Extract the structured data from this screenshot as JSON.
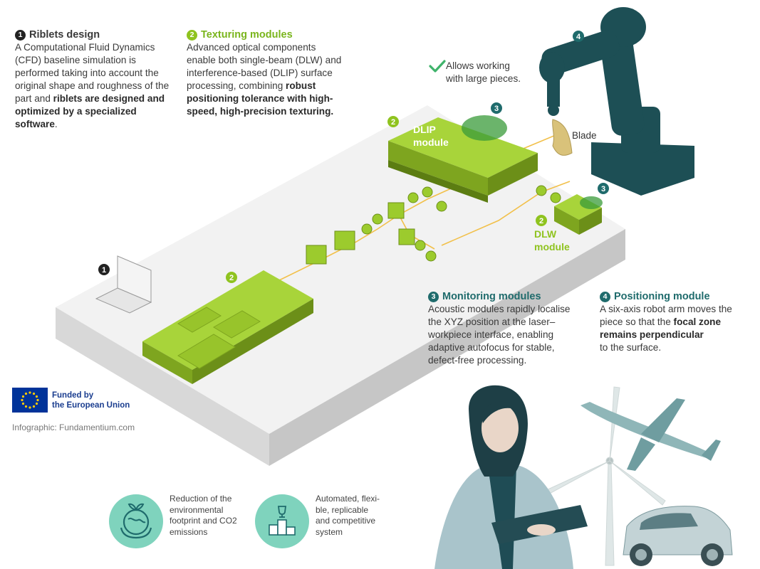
{
  "riblets": {
    "number": "1",
    "title": "Riblets design",
    "text_1": "A Computational Fluid Dynamics (CFD) baseline simulation is performed taking into account the original shape and roughness of the part and ",
    "text_bold": "riblets are designed and optimized by a specialized software",
    "text_2": "."
  },
  "texturing": {
    "number": "2",
    "title": "Texturing modules",
    "text_1": "Advanced optical components enable both single-beam (DLW) and interference-based (DLIP) surface processing, combining ",
    "text_bold": "robust positioning tolerance with high-speed, high-precision texturing."
  },
  "large_pieces": {
    "line_1": "Allows working",
    "line_2": "with large pieces."
  },
  "monitoring": {
    "number": "3",
    "title": "Monitoring modules",
    "text": "Acoustic modules rapidly localise the XYZ position at the laser–workpiece interface, enabling adaptive autofocus for stable, defect-free processing."
  },
  "positioning": {
    "number": "4",
    "title": "Positioning module",
    "text_1": "A six-axis robot arm moves the piece so that the ",
    "text_bold_1": "focal zone",
    "text_bold_2": "remains perpendicular",
    "text_2": "to the surface."
  },
  "diagram": {
    "dlip_number": "2",
    "dlip_line_1": "DLIP",
    "dlip_line_2": "module",
    "dlw_number": "2",
    "dlw_line_1": "DLW",
    "dlw_line_2": "module",
    "laser_number": "2",
    "laptop_number": "1",
    "robot_number": "4",
    "monitor_number_a": "3",
    "monitor_number_b": "3",
    "blade_label": "Blade"
  },
  "eu": {
    "line_1": "Funded by",
    "line_2": "the European Union"
  },
  "credit": "Infographic: Fundamentium.com",
  "benefits": [
    {
      "text": "Reduction of the environmental footprint and CO2 emissions",
      "icon": "earth-hands-icon"
    },
    {
      "text": "Automated, flexi-ble, replicable and competitive system",
      "icon": "trophy-podium-icon"
    }
  ],
  "colors": {
    "green": "#8fc31f",
    "teal": "#1f6b6c",
    "robot": "#1d4f55",
    "eu_blue": "#003399",
    "eu_star": "#ffcc00"
  }
}
